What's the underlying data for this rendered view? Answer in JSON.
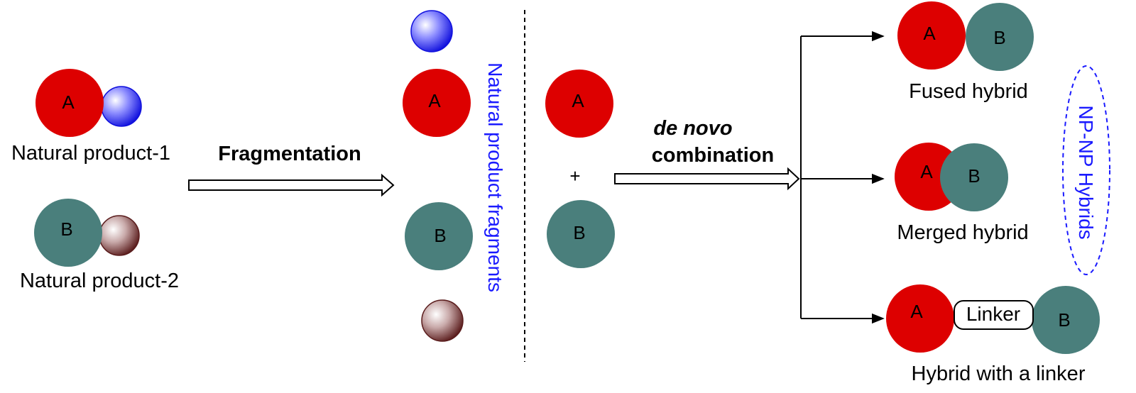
{
  "natural_products": {
    "np1": {
      "core": "A",
      "label": "Natural product-1"
    },
    "np2": {
      "core": "B",
      "label": "Natural product-2"
    }
  },
  "steps": {
    "fragmentation": "Fragmentation",
    "combination_italic": "de novo",
    "combination": "combination"
  },
  "fragments": {
    "side_label": "Natural product fragments",
    "a": "A",
    "b": "B"
  },
  "combo": {
    "a": "A",
    "plus": "+",
    "b": "B"
  },
  "hybrids": {
    "fused": {
      "a": "A",
      "b": "B",
      "label": "Fused hybrid"
    },
    "merged": {
      "a": "A",
      "b": "B",
      "label": "Merged hybrid"
    },
    "linked": {
      "a": "A",
      "linker": "Linker",
      "b": "B",
      "label": "Hybrid with a linker"
    },
    "group_label": "NP-NP Hybrids"
  },
  "colors": {
    "red": "#dd0000",
    "teal": "#4a7f7c",
    "blue_sphere": "#2222ee",
    "brown_sphere": "#6b2b2b",
    "label_blue": "#1a1aff"
  }
}
